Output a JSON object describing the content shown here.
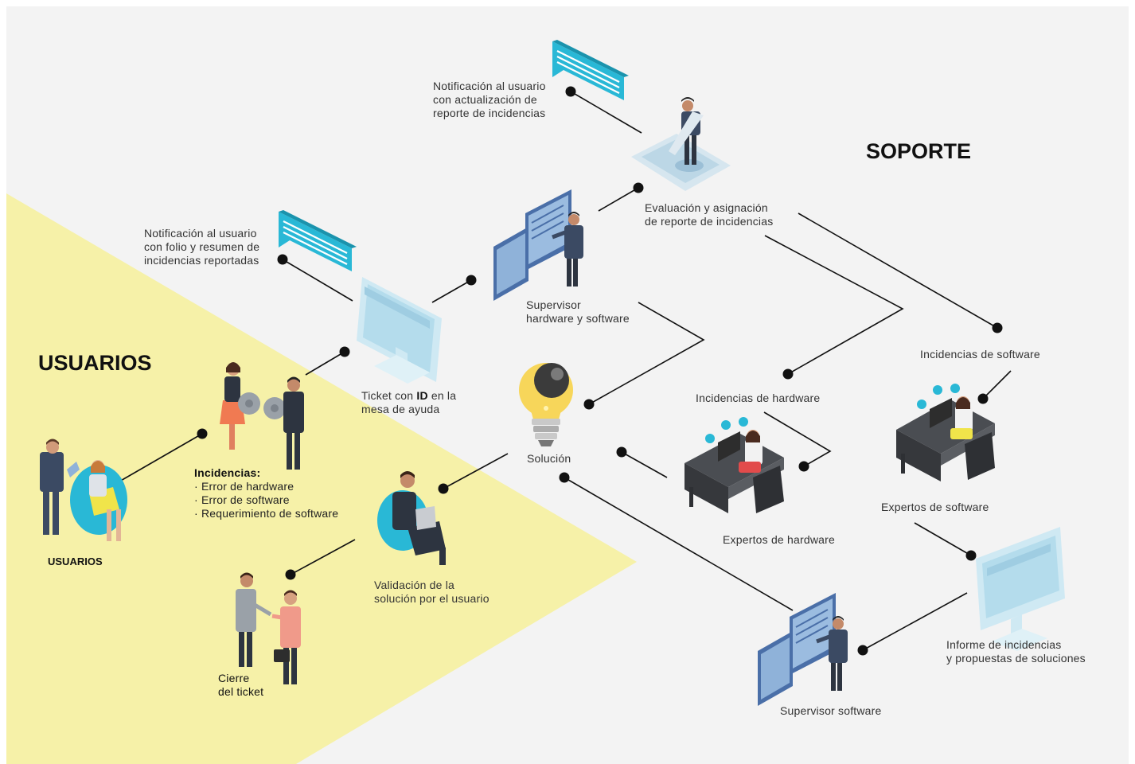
{
  "colors": {
    "background": "#f3f3f3",
    "user_zone": "#f6f1a8",
    "connector": "#111111",
    "accent_cyan": "#29b8d6",
    "monitor_blue": "#bfe6f2",
    "text": "#333333"
  },
  "sections": {
    "users_title": "USUARIOS",
    "support_title": "SOPORTE"
  },
  "labels": {
    "notif_update": [
      "Notificación al usuario",
      "con actualización de",
      "reporte de incidencias"
    ],
    "notif_folio": [
      "Notificación al usuario",
      "con folio y resumen de",
      "incidencias reportadas"
    ],
    "evaluation": [
      "Evaluación y asignación",
      "de reporte de incidencias"
    ],
    "supervisor_hw_sw": [
      "Supervisor",
      "hardware y software"
    ],
    "ticket_prefix": "Ticket con ",
    "ticket_bold": "ID",
    "ticket_suffix": " en la",
    "ticket_line2": "mesa de ayuda",
    "solution": "Solución",
    "hw_incidents": "Incidencias de hardware",
    "sw_incidents": "Incidencias de software",
    "hw_experts": "Expertos de hardware",
    "sw_experts": "Expertos de software",
    "report": [
      "Informe de incidencias",
      "y propuestas de soluciones"
    ],
    "sw_supervisor": "Supervisor software",
    "incidents_title": "Incidencias:",
    "incidents_items": [
      "· Error de hardware",
      "· Error de software",
      "· Requerimiento de software"
    ],
    "users_caption": "USUARIOS",
    "validation": [
      "Validación de la",
      "solución por el usuario"
    ],
    "closing": [
      "Cierre",
      "del ticket"
    ]
  },
  "icons": [
    "chat-bubble-icon",
    "supervisor-tablet-icon",
    "dashboard-person-icon",
    "monitor-icon",
    "lightbulb-icon",
    "people-gears-icon",
    "users-group-icon",
    "laptop-user-icon",
    "handshake-icon",
    "hardware-expert-desk-icon",
    "software-expert-desk-icon",
    "report-monitor-icon"
  ]
}
